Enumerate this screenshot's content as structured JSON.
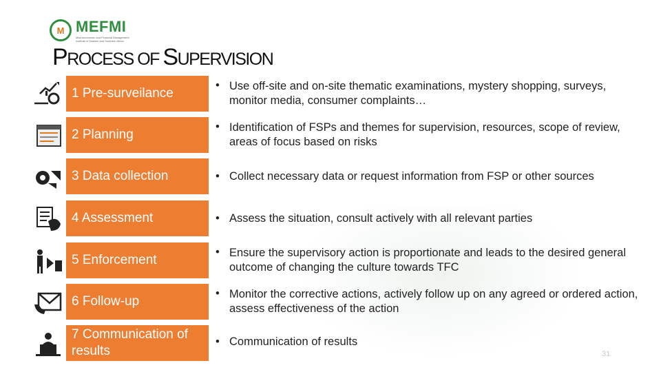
{
  "logo": {
    "name": "MEFMI",
    "mark": "M",
    "tagline": "Macroeconomic and Financial Management Institute of Eastern and Southern Africa"
  },
  "title": {
    "part1_cap": "P",
    "part1_rest": "ROCESS OF ",
    "part2_cap": "S",
    "part2_rest": "UPERVISION"
  },
  "bullet": "•",
  "steps": [
    {
      "label": "1 Pre-surveilance",
      "icon": "magnifier-chart-icon",
      "desc": "Use off-site and on-site thematic examinations, mystery shopping, surveys, monitor media, consumer complaints…"
    },
    {
      "label": "2 Planning",
      "icon": "calendar-plan-icon",
      "desc": "Identification of FSPs and themes for supervision, resources, scope of review, areas of focus based on risks"
    },
    {
      "label": "3 Data collection",
      "icon": "data-gear-icon",
      "desc": "Collect necessary data or request information from FSP or other sources"
    },
    {
      "label": "4 Assessment",
      "icon": "checklist-hand-icon",
      "desc": "Assess the situation, consult actively with all relevant parties"
    },
    {
      "label": "5 Enforcement",
      "icon": "person-enforce-icon",
      "desc": "Ensure the supervisory action is proportionate and leads to the desired general outcome of changing the culture towards TFC"
    },
    {
      "label": "6 Follow-up",
      "icon": "envelope-phone-icon",
      "desc": "Monitor the corrective actions, actively follow up on any agreed or ordered action, assess effectiveness of the action"
    },
    {
      "label": "7 Communication of results",
      "icon": "speaker-podium-icon",
      "desc": "Communication of results"
    }
  ],
  "page_number": "31",
  "colors": {
    "step_fill": "#ed7d31",
    "brand_green": "#2f8f3e",
    "brand_orange": "#e07a1f"
  }
}
